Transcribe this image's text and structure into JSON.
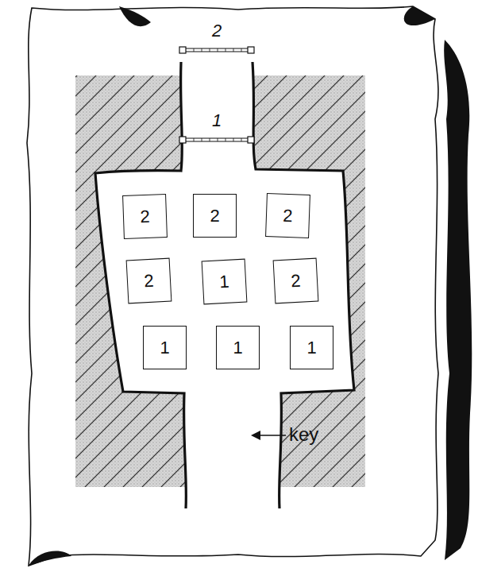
{
  "diagram": {
    "nodes": [
      {
        "text": [
          "2"
        ]
      },
      {
        "text": [
          "2"
        ]
      },
      {
        "text": [
          "2"
        ]
      },
      {
        "text": [
          "2"
        ]
      },
      {
        "text": [
          "1"
        ]
      },
      {
        "text": [
          "2"
        ]
      },
      {
        "text": [
          "1"
        ]
      },
      {
        "text": [
          "1"
        ]
      },
      {
        "text": [
          "1"
        ]
      }
    ],
    "labels": [
      "2",
      "1",
      "key"
    ]
  }
}
